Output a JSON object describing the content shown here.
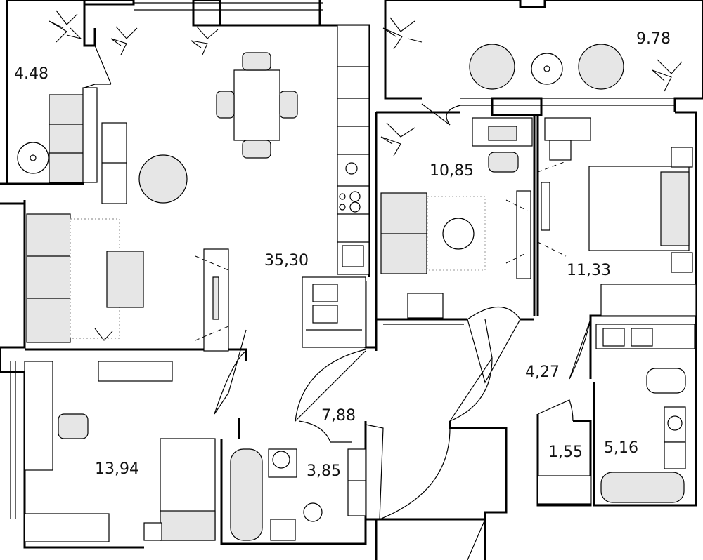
{
  "rooms": [
    {
      "id": "balcony-west",
      "label": "4.48"
    },
    {
      "id": "living-kitchen",
      "label": "35,30"
    },
    {
      "id": "balcony-east",
      "label": "9.78"
    },
    {
      "id": "bedroom-small",
      "label": "10,85"
    },
    {
      "id": "bedroom-master",
      "label": "11,33"
    },
    {
      "id": "hall-east",
      "label": "4,27"
    },
    {
      "id": "hall-central",
      "label": "7,88"
    },
    {
      "id": "bedroom-west",
      "label": "13,94"
    },
    {
      "id": "bathroom-west",
      "label": "3,85"
    },
    {
      "id": "storage",
      "label": "1,55"
    },
    {
      "id": "bathroom-east",
      "label": "5,16"
    }
  ]
}
